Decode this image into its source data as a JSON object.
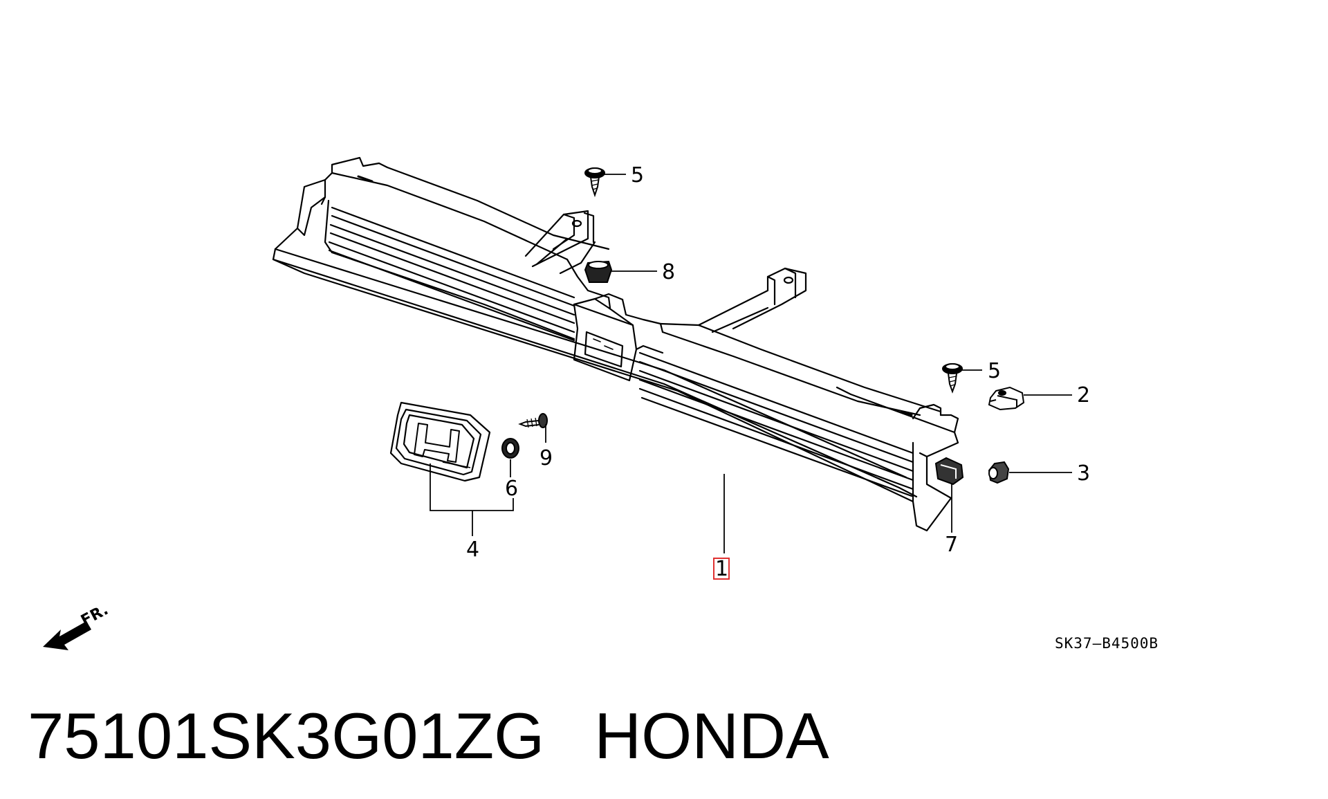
{
  "callouts": {
    "c1": "1",
    "c2": "2",
    "c3": "3",
    "c4": "4",
    "c5a": "5",
    "c5b": "5",
    "c6": "6",
    "c7": "7",
    "c8": "8",
    "c9": "9"
  },
  "direction_label": "FR.",
  "diagram_code": "SK37–B4500B",
  "part_number": "75101SK3G01ZG",
  "brand": "HONDA",
  "colors": {
    "line": "#000000",
    "highlight": "#e03030",
    "background": "#ffffff"
  }
}
